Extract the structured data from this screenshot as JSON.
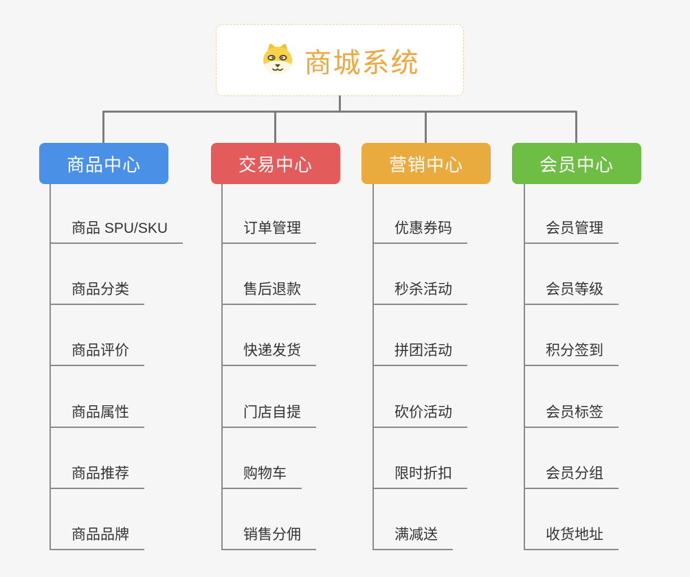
{
  "page": {
    "background": "#f6f6f6"
  },
  "root": {
    "label": "商城系统",
    "icon": "dog-face-icon",
    "text_color": "#efa73e",
    "border_color": "#f0d09c"
  },
  "connector_color": "#7d7d7d",
  "leaf_line_color": "#8a8a8a",
  "branches": [
    {
      "label": "商品中心",
      "color": "#4a90e6",
      "items": [
        "商品 SPU/SKU",
        "商品分类",
        "商品评价",
        "商品属性",
        "商品推荐",
        "商品品牌"
      ]
    },
    {
      "label": "交易中心",
      "color": "#e35b5b",
      "items": [
        "订单管理",
        "售后退款",
        "快递发货",
        "门店自提",
        "购物车",
        "销售分佣"
      ]
    },
    {
      "label": "营销中心",
      "color": "#eaab3e",
      "items": [
        "优惠券码",
        "秒杀活动",
        "拼团活动",
        "砍价活动",
        "限时折扣",
        "满减送"
      ]
    },
    {
      "label": "会员中心",
      "color": "#6ebe45",
      "items": [
        "会员管理",
        "会员等级",
        "积分签到",
        "会员标签",
        "会员分组",
        "收货地址"
      ]
    }
  ]
}
